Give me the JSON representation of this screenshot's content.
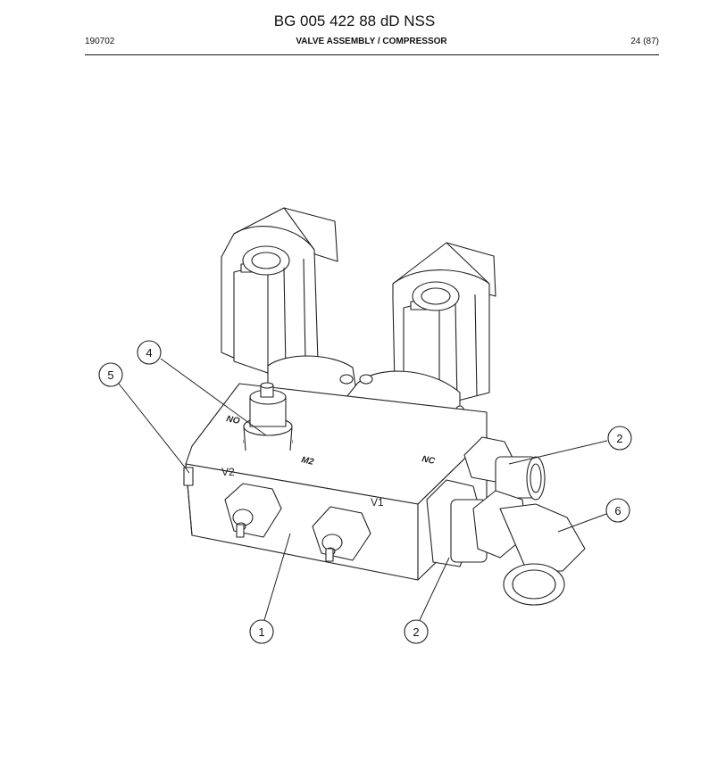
{
  "header": {
    "doc_number": "BG 005 422 88 dD NSS",
    "date_code": "190702",
    "section_title": "VALVE ASSEMBLY / COMPRESSOR",
    "page_label": "24 (87)"
  },
  "drawing": {
    "body_marks": {
      "no": "NO",
      "m2": "M2",
      "nc": "NC",
      "v2": "V2",
      "v1": "V1"
    },
    "callouts": [
      {
        "id": "callout-4",
        "label": "4"
      },
      {
        "id": "callout-5",
        "label": "5"
      },
      {
        "id": "callout-2-upper",
        "label": "2"
      },
      {
        "id": "callout-6",
        "label": "6"
      },
      {
        "id": "callout-1",
        "label": "1"
      },
      {
        "id": "callout-2-lower",
        "label": "2"
      }
    ]
  }
}
